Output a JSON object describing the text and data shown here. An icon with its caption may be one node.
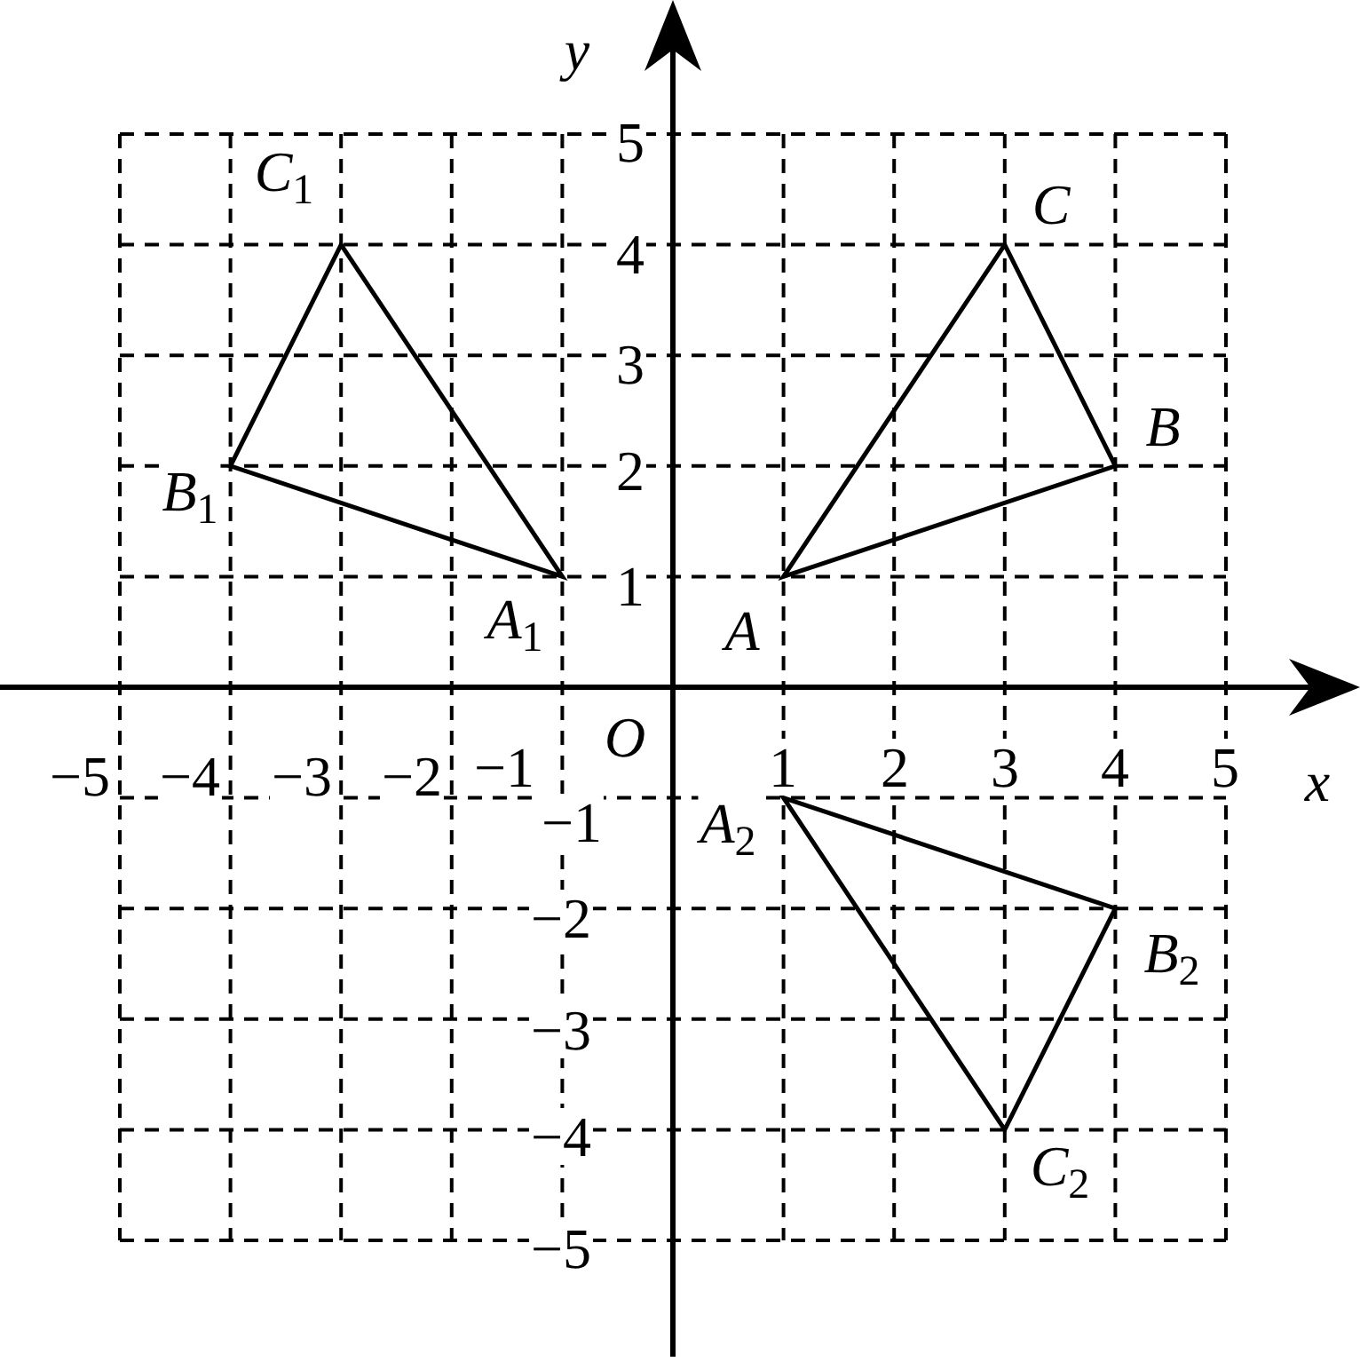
{
  "diagram": {
    "labels": [
      "y",
      "5",
      "C$_{1}$",
      "C",
      "4",
      "3",
      "B",
      "2",
      "B$_{1}$",
      "1",
      "A$_{1}$",
      "A",
      "O",
      "−5",
      "−4",
      "−3",
      "−2",
      "−1",
      "1",
      "2",
      "3",
      "4",
      "5",
      "x",
      "−1",
      "A$_{2}$",
      "−2",
      "B$_{2}$",
      "−3",
      "−4",
      "C$_{2}$",
      "−5"
    ]
  }
}
